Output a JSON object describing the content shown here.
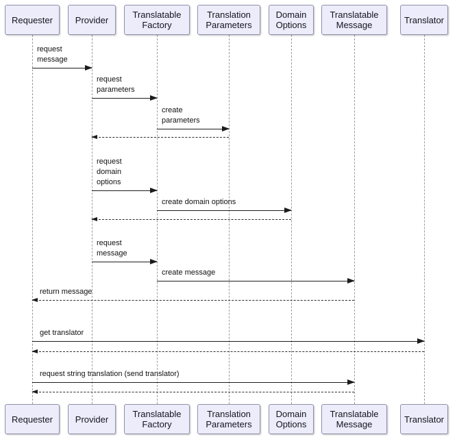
{
  "diagram": {
    "type": "uml-sequence-diagram",
    "colors": {
      "participant_fill": "#ECECFB",
      "participant_border": "#8f8fa8",
      "lifeline": "#9a9a9a",
      "message_line": "#1c1c1c",
      "text": "#101010",
      "background": "#ffffff"
    },
    "participants": [
      {
        "label": "Requester"
      },
      {
        "label": "Provider"
      },
      {
        "label": "Translatable Factory"
      },
      {
        "label": "Translation Parameters"
      },
      {
        "label": "Domain Options"
      },
      {
        "label": "Translatable Message"
      },
      {
        "label": "Translator"
      }
    ],
    "messages": [
      {
        "label": "request\nmessage",
        "from": "Requester",
        "to": "Provider",
        "type": "solid"
      },
      {
        "label": "request\nparameters",
        "from": "Provider",
        "to": "Translatable Factory",
        "type": "solid"
      },
      {
        "label": "create\nparameters",
        "from": "Translatable Factory",
        "to": "Translation Parameters",
        "type": "solid"
      },
      {
        "label": "",
        "from": "Translation Parameters",
        "to": "Provider",
        "type": "dashed-return"
      },
      {
        "label": "request\ndomain\noptions",
        "from": "Provider",
        "to": "Translatable Factory",
        "type": "solid"
      },
      {
        "label": "create domain options",
        "from": "Translatable Factory",
        "to": "Domain Options",
        "type": "solid"
      },
      {
        "label": "",
        "from": "Domain Options",
        "to": "Provider",
        "type": "dashed-return"
      },
      {
        "label": "request\nmessage",
        "from": "Provider",
        "to": "Translatable Factory",
        "type": "solid"
      },
      {
        "label": "create message",
        "from": "Translatable Factory",
        "to": "Translatable Message",
        "type": "solid"
      },
      {
        "label": "return message",
        "from": "Translatable Message",
        "to": "Requester",
        "type": "dashed-return"
      },
      {
        "label": "get translator",
        "from": "Requester",
        "to": "Translator",
        "type": "solid"
      },
      {
        "label": "",
        "from": "Translator",
        "to": "Requester",
        "type": "dashed-return"
      },
      {
        "label": "request string translation (send translator)",
        "from": "Requester",
        "to": "Translatable Message",
        "type": "solid"
      },
      {
        "label": "",
        "from": "Translatable Message",
        "to": "Requester",
        "type": "dashed-return"
      }
    ]
  }
}
